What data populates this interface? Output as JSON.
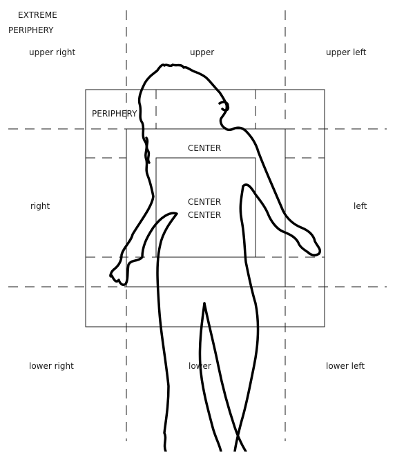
{
  "labels": {
    "extreme_periphery_line1": "EXTREME",
    "extreme_periphery_line2": "PERIPHERY",
    "upper_right": "upper right",
    "upper": "upper",
    "upper_left": "upper left",
    "periphery": "PERIPHERY",
    "center": "CENTER",
    "center_center_line1": "CENTER",
    "center_center_line2": "CENTER",
    "right": "right",
    "left": "left",
    "lower_right": "lower right",
    "lower": "lower",
    "lower_left": "lower left"
  },
  "colors": {
    "line": "#1a1a1a",
    "figure": "#000000",
    "background": "#ffffff"
  }
}
